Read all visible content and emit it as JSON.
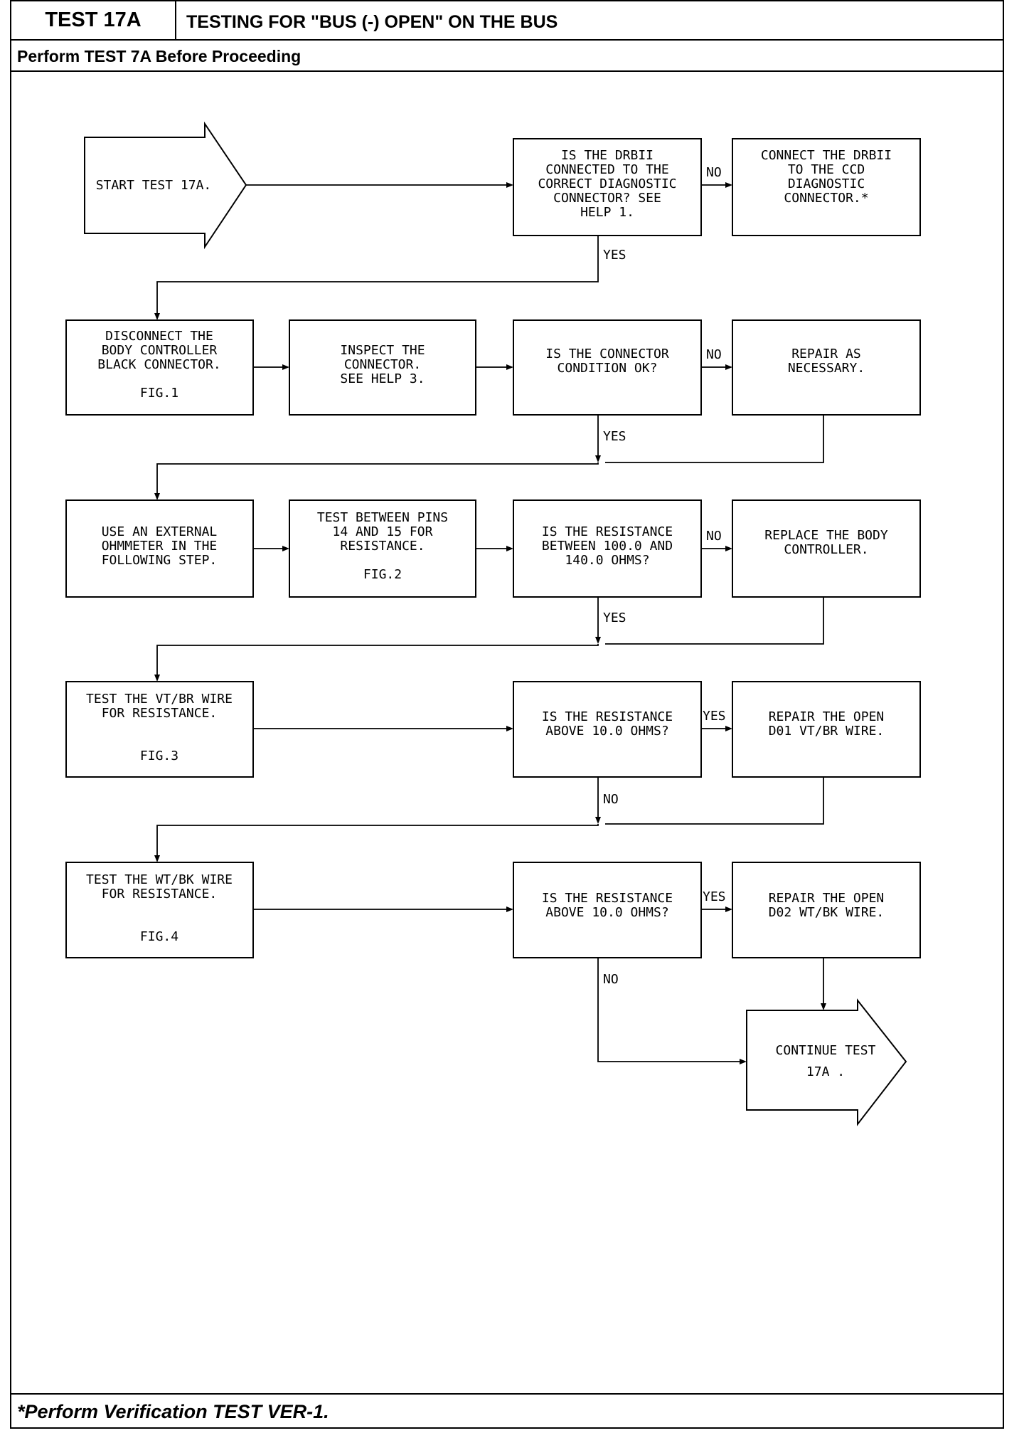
{
  "header": {
    "test_id": "TEST 17A",
    "title": "TESTING FOR \"BUS (-) OPEN\" ON THE BUS",
    "prereq": "Perform TEST 7A Before Proceeding"
  },
  "footer": {
    "note": "*Perform Verification TEST VER-1."
  },
  "nodes": {
    "start": [
      "START TEST 17A."
    ],
    "q_drb": [
      "IS THE DRBII",
      "CONNECTED TO THE",
      "CORRECT DIAGNOSTIC",
      "CONNECTOR? SEE",
      "HELP 1."
    ],
    "connect_drb": [
      "CONNECT THE DRBII",
      "TO THE CCD",
      "DIAGNOSTIC",
      "CONNECTOR.*"
    ],
    "disconnect": [
      "DISCONNECT THE",
      "BODY CONTROLLER",
      "BLACK CONNECTOR.",
      "",
      "FIG.1"
    ],
    "inspect": [
      "INSPECT THE",
      "CONNECTOR.",
      "SEE HELP 3."
    ],
    "q_conn": [
      "IS THE CONNECTOR",
      "CONDITION OK?"
    ],
    "repair_nec": [
      "REPAIR AS",
      "NECESSARY."
    ],
    "use_ohm": [
      "USE AN EXTERNAL",
      "OHMMETER IN THE",
      "FOLLOWING STEP."
    ],
    "test_pins": [
      "TEST BETWEEN PINS",
      "14 AND 15 FOR",
      "RESISTANCE.",
      "",
      "FIG.2"
    ],
    "q_res1": [
      "IS THE RESISTANCE",
      "BETWEEN 100.0 AND",
      "140.0 OHMS?"
    ],
    "replace_bc": [
      "REPLACE THE BODY",
      "CONTROLLER."
    ],
    "test_vt": [
      "TEST THE VT/BR WIRE",
      "FOR RESISTANCE.",
      "",
      "",
      "FIG.3"
    ],
    "q_res2": [
      "IS THE RESISTANCE",
      "ABOVE 10.0 OHMS?"
    ],
    "repair_d01": [
      "REPAIR THE OPEN",
      "D01 VT/BR WIRE."
    ],
    "test_wt": [
      "TEST THE WT/BK WIRE",
      "FOR RESISTANCE.",
      "",
      "",
      "FIG.4"
    ],
    "q_res3": [
      "IS THE RESISTANCE",
      "ABOVE 10.0 OHMS?"
    ],
    "repair_d02": [
      "REPAIR THE OPEN",
      "D02 WT/BK WIRE."
    ],
    "continue": [
      "CONTINUE TEST",
      "17A ."
    ]
  },
  "labels": {
    "yes": "YES",
    "no": "NO"
  }
}
